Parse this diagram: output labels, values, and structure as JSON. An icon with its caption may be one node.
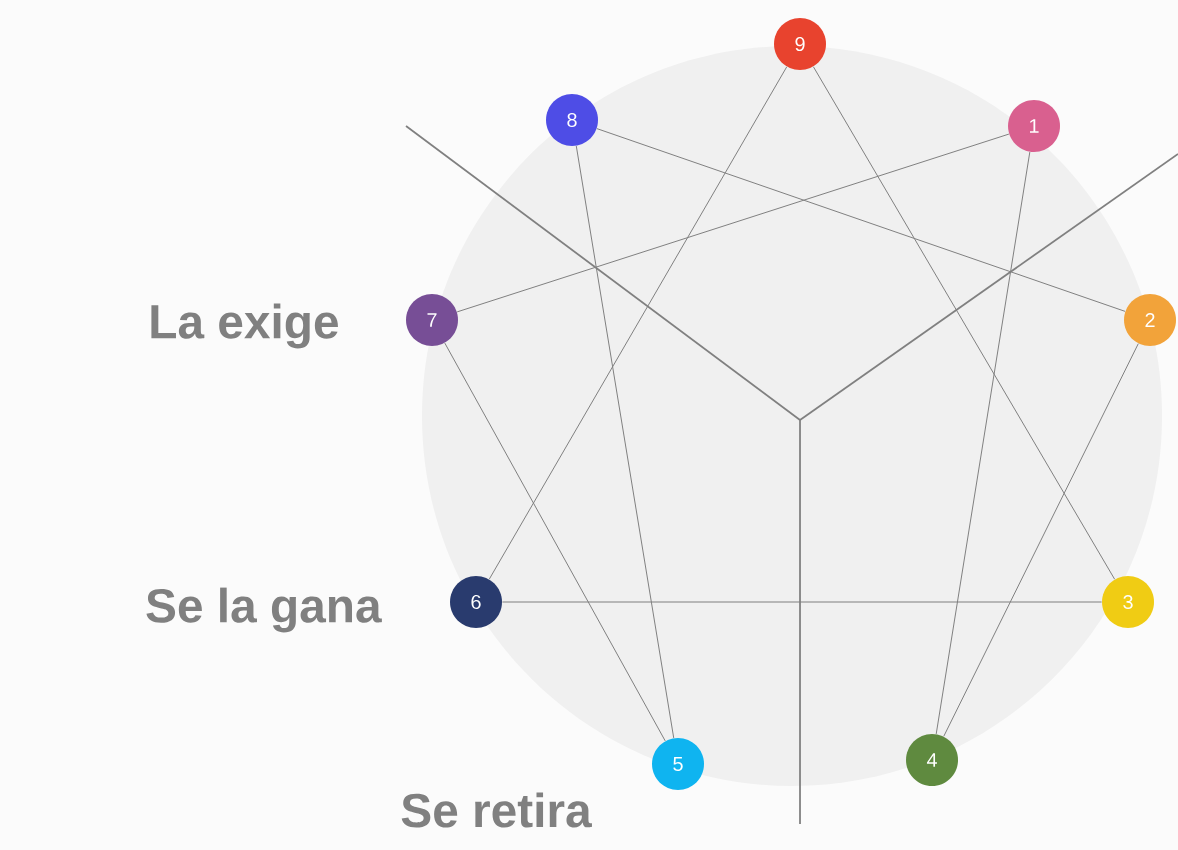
{
  "diagram": {
    "nodes": [
      {
        "text": [
          "9"
        ]
      },
      {
        "text": [
          "8"
        ]
      },
      {
        "text": [
          "1"
        ]
      },
      {
        "text": [
          "7"
        ]
      },
      {
        "text": [
          "2"
        ]
      },
      {
        "text": [
          "6"
        ]
      },
      {
        "text": [
          "3"
        ]
      },
      {
        "text": [
          "5"
        ]
      },
      {
        "text": [
          "4"
        ]
      }
    ],
    "edges": [
      {
        "from": 0,
        "to": 5,
        "arrow": "none"
      },
      {
        "from": 0,
        "to": 6,
        "arrow": "none"
      },
      {
        "from": 5,
        "to": 6,
        "arrow": "none"
      },
      {
        "from": 1,
        "to": 4,
        "arrow": "none"
      },
      {
        "from": 1,
        "to": 7,
        "arrow": "none"
      },
      {
        "from": 2,
        "to": 3,
        "arrow": "none"
      },
      {
        "from": 2,
        "to": 8,
        "arrow": "none"
      },
      {
        "from": 3,
        "to": 7,
        "arrow": "none"
      },
      {
        "from": 4,
        "to": 8,
        "arrow": "none"
      }
    ],
    "labels": [
      "La exige",
      "Se la gana",
      "Se retira"
    ]
  }
}
